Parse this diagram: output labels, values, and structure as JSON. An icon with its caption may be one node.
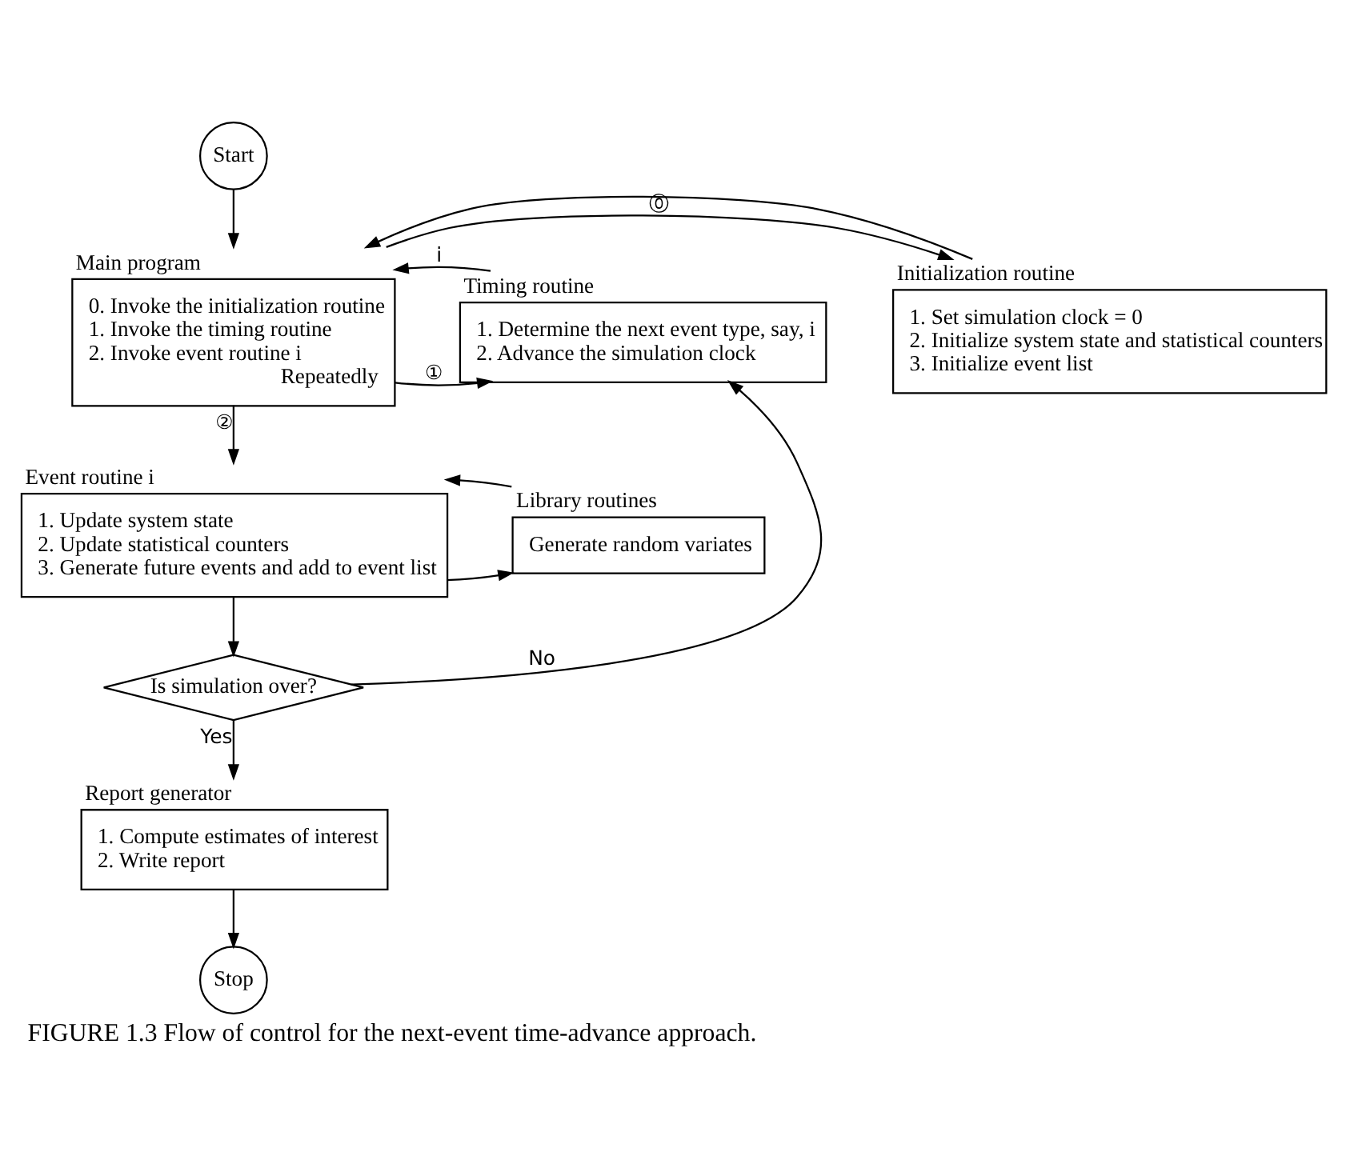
{
  "diagram": {
    "caption": "FIGURE 1.3 Flow of control for the next-event time-advance approach.",
    "nodes": [
      {
        "text": [
          "Start"
        ]
      },
      {
        "text": [
          "Main program",
          "0. Invoke the initialization routine",
          "1. Invoke the timing routine",
          "2. Invoke event routine i",
          "Repeatedly"
        ]
      },
      {
        "text": [
          "Initialization routine",
          "1. Set simulation clock = 0",
          "2. Initialize system state and statistical counters",
          "3. Initialize event list"
        ]
      },
      {
        "text": [
          "Timing routine",
          "1. Determine the next event type, say, i",
          "2. Advance the simulation clock"
        ]
      },
      {
        "text": [
          "Event routine i",
          "1. Update system state",
          "2. Update statistical counters",
          "3. Generate future events and add to event list"
        ]
      },
      {
        "text": [
          "Library routines",
          "Generate random variates"
        ]
      },
      {
        "text": [
          "Is simulation over?"
        ]
      },
      {
        "text": [
          "Report generator",
          "1. Compute estimates of interest",
          "2. Write report"
        ]
      },
      {
        "text": [
          "Stop"
        ]
      }
    ],
    "edges": [
      {
        "from": 0,
        "to": 1,
        "arrow": "to"
      },
      {
        "from": 1,
        "to": 2,
        "arrow": "to",
        "label": "⓪"
      },
      {
        "from": 2,
        "to": 1,
        "arrow": "to"
      },
      {
        "from": 1,
        "to": 3,
        "arrow": "to",
        "label": "①"
      },
      {
        "from": 3,
        "to": 1,
        "arrow": "to",
        "label": "i"
      },
      {
        "from": 1,
        "to": 4,
        "arrow": "to",
        "label": "②"
      },
      {
        "from": 4,
        "to": 5,
        "arrow": "to"
      },
      {
        "from": 5,
        "to": 4,
        "arrow": "to"
      },
      {
        "from": 4,
        "to": 6,
        "arrow": "to"
      },
      {
        "from": 6,
        "to": 3,
        "arrow": "to",
        "label": "No"
      },
      {
        "from": 6,
        "to": 7,
        "arrow": "to",
        "label": "Yes"
      },
      {
        "from": 7,
        "to": 8,
        "arrow": "to"
      }
    ]
  }
}
